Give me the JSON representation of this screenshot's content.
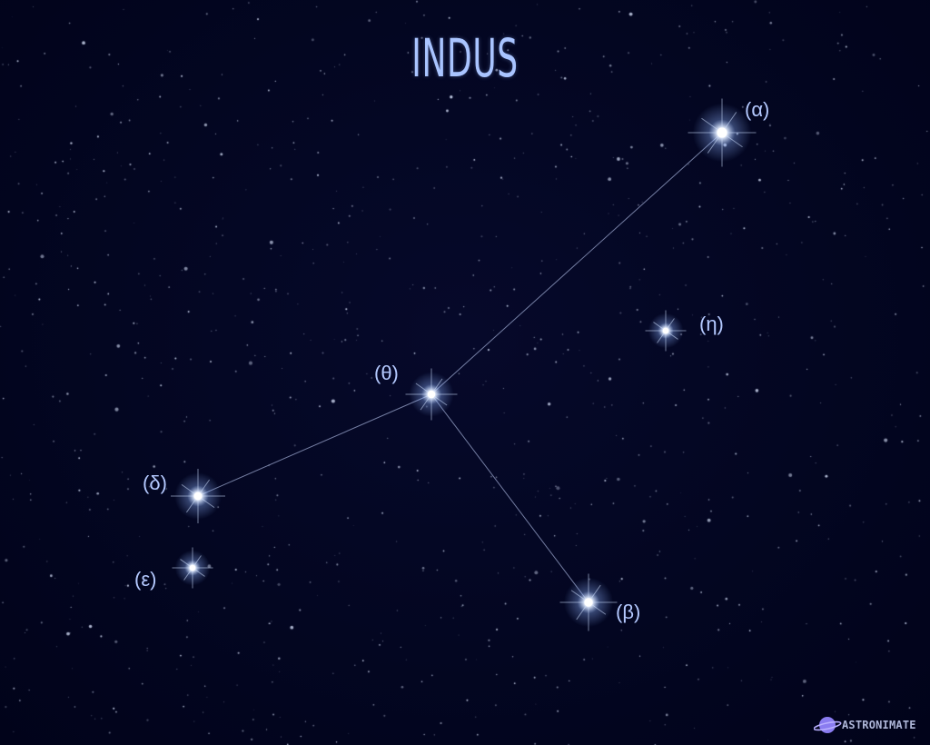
{
  "title": "INDUS",
  "colors": {
    "background": "#02051c",
    "title": "#a9c4ff",
    "label": "#b4c9ff",
    "line": "#9aa6cc",
    "star_core": "#ffffff",
    "star_glow": "#8fb4ff",
    "logo_planet": "#8a7cf0"
  },
  "stars": [
    {
      "key": "alpha",
      "label": "(α)"
    },
    {
      "key": "eta",
      "label": "(η)"
    },
    {
      "key": "theta",
      "label": "(θ)"
    },
    {
      "key": "delta",
      "label": "(δ)"
    },
    {
      "key": "epsilon",
      "label": "(ε)"
    },
    {
      "key": "beta",
      "label": "(β)"
    }
  ],
  "connections": [
    [
      "alpha",
      "theta"
    ],
    [
      "theta",
      "delta"
    ],
    [
      "theta",
      "beta"
    ]
  ],
  "logo": {
    "text": "ASTRONIMATE",
    "icon": "planet-icon"
  }
}
